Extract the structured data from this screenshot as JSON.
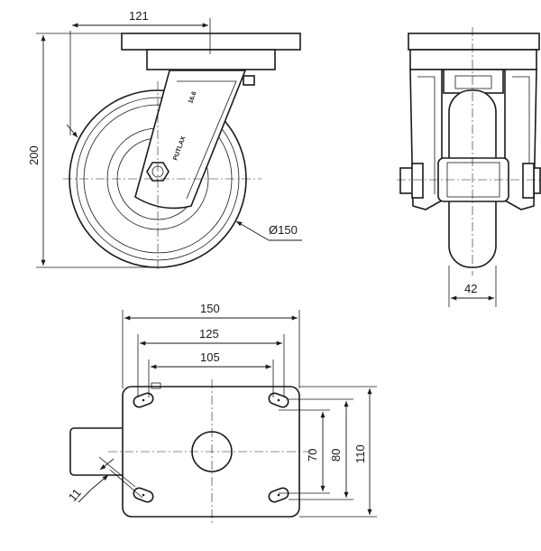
{
  "side_view": {
    "dim_top_width": "121",
    "dim_height": "200",
    "dim_wheel_diameter": "Ø150",
    "bracket_marking_1": "16.6",
    "bracket_marking_2": "PUTLAX"
  },
  "front_view": {
    "dim_wheel_width": "42"
  },
  "plan_view": {
    "dim_plate_width": "150",
    "dim_bolt_spacing_outer": "125",
    "dim_bolt_spacing_inner": "105",
    "dim_hole_spacing_inner": "70",
    "dim_hole_spacing_outer": "80",
    "dim_plate_depth": "110",
    "dim_slot_width": "11"
  }
}
